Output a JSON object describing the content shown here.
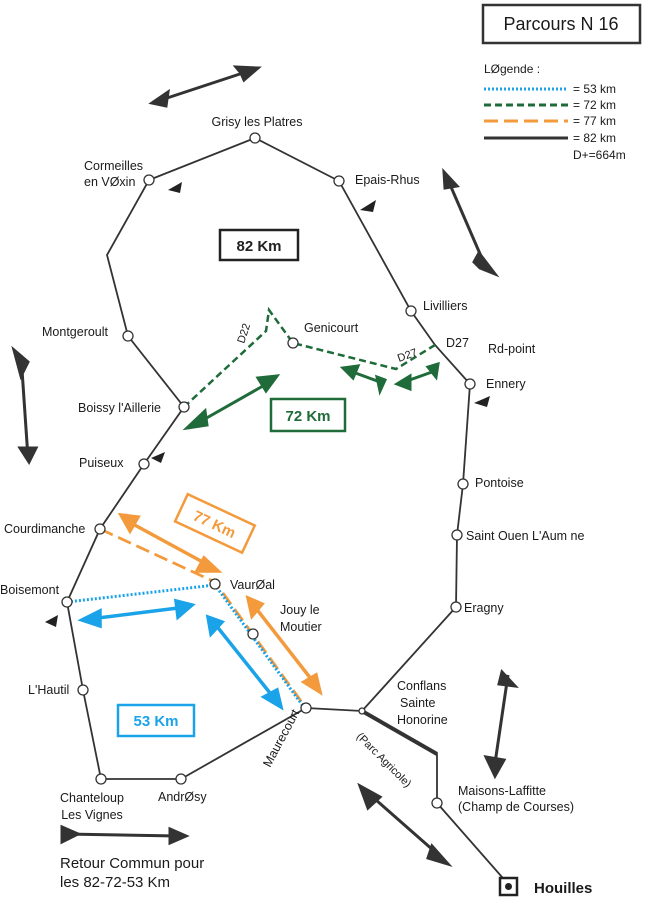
{
  "title": "Parcours N 16",
  "legend": {
    "heading": "LØgende :",
    "items": [
      {
        "label": "= 53 km",
        "color": "#1aa3e8",
        "style": "dotted"
      },
      {
        "label": "= 72 km",
        "color": "#1f6b3a",
        "style": "dashed"
      },
      {
        "label": "= 77 km",
        "color": "#f39a3c",
        "style": "longdash"
      },
      {
        "label": "= 82 km",
        "color": "#333333",
        "style": "solid"
      }
    ],
    "elevation": "D+=664m"
  },
  "route_boxes": {
    "r82": {
      "label": "82 Km",
      "color": "#222222"
    },
    "r72": {
      "label": "72 Km",
      "color": "#1f6b3a"
    },
    "r77": {
      "label": "77 Km",
      "color": "#f39a3c"
    },
    "r53": {
      "label": "53 Km",
      "color": "#1aa3e8"
    }
  },
  "places": {
    "grisy": "Grisy les Platres",
    "cormeilles_1": "Cormeilles",
    "cormeilles_2": "en VØxin",
    "epais": "Epais-Rhus",
    "montgeroult": "Montgeroult",
    "genicourt": "Genicourt",
    "livilliers": "Livilliers",
    "d22": "D22",
    "d27a": "D27",
    "d27b": "D27",
    "rdpoint": "Rd-point",
    "ennery": "Ennery",
    "boissy": "Boissy l'Aillerie",
    "puiseux": "Puiseux",
    "pontoise": "Pontoise",
    "courdimanche": "Courdimanche",
    "saintouen": "Saint Ouen L'Aum ne",
    "vaureal": "VaurØal",
    "boisemont": "Boisemont",
    "jouy_1": "Jouy le",
    "jouy_2": "Moutier",
    "eragny": "Eragny",
    "conflans_1": "Conflans",
    "conflans_2": "Sainte",
    "conflans_3": "Honorine",
    "hautil": "L'Hautil",
    "maurecourt": "Maurecourt",
    "parc": "(Parc Agricole)",
    "chanteloup_1": "Chanteloup",
    "chanteloup_2": "Les Vignes",
    "andresy": "AndrØsy",
    "maisons_1": "Maisons-Laffitte",
    "maisons_2": "(Champ de Courses)",
    "houilles": "Houilles"
  },
  "footer": {
    "line1": "Retour Commun pour",
    "line2": "les 82-72-53 Km"
  }
}
